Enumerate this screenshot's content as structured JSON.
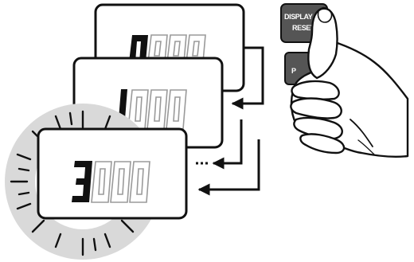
{
  "figure": {
    "button": {
      "label_line1": "DISPLAY",
      "label_line2": "RESET",
      "second_button_glyph": "P",
      "color": "#555555"
    },
    "displays": [
      {
        "id": "display-back",
        "lit_digits": "0",
        "unlit_digits": "000"
      },
      {
        "id": "display-middle",
        "lit_digits": "1",
        "unlit_digits": "000"
      },
      {
        "id": "display-front",
        "lit_digits": "3",
        "unlit_digits": "000",
        "blinking": true
      }
    ],
    "flow_arrows": [
      {
        "from": "display-back",
        "to": "display-middle",
        "style": "solid"
      },
      {
        "from": "display-middle",
        "to": "display-front",
        "style": "dotted"
      },
      {
        "from": "display-back",
        "to": "display-front",
        "style": "solid"
      }
    ],
    "icons": [
      "hand-pressing-icon",
      "blink-rays-icon"
    ],
    "colors": {
      "ink": "#111111",
      "unlit_segment": "#9a9a9a",
      "blink_glow": "#d9d9d9"
    }
  }
}
